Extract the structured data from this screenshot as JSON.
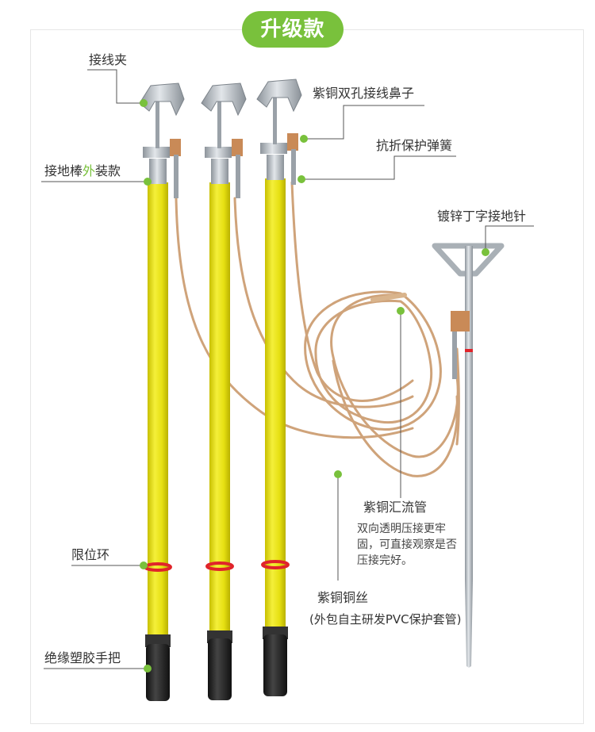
{
  "badge": "升级款",
  "labels": {
    "clamp": "接线夹",
    "copper_nose": "紫铜双孔接线鼻子",
    "spring": "抗折保护弹簧",
    "rod_prefix": "接地棒",
    "rod_highlight": "外",
    "rod_suffix": "装款",
    "ground_pin": "镀锌丁字接地针",
    "limit_ring": "限位环",
    "handle": "绝缘塑胶手把",
    "busbar": "紫铜汇流管",
    "busbar_note": "双向透明压接更牢固，可直接观察是否压接完好。",
    "wire": "紫铜铜丝",
    "wire_note": "(外包自主研发PVC保护套管)"
  },
  "colors": {
    "accent": "#79c13c",
    "rod": "#e6e012",
    "ring": "#e0242a",
    "handle": "#222222",
    "copper": "#d1a57c",
    "steel": "#b6bcc2"
  }
}
